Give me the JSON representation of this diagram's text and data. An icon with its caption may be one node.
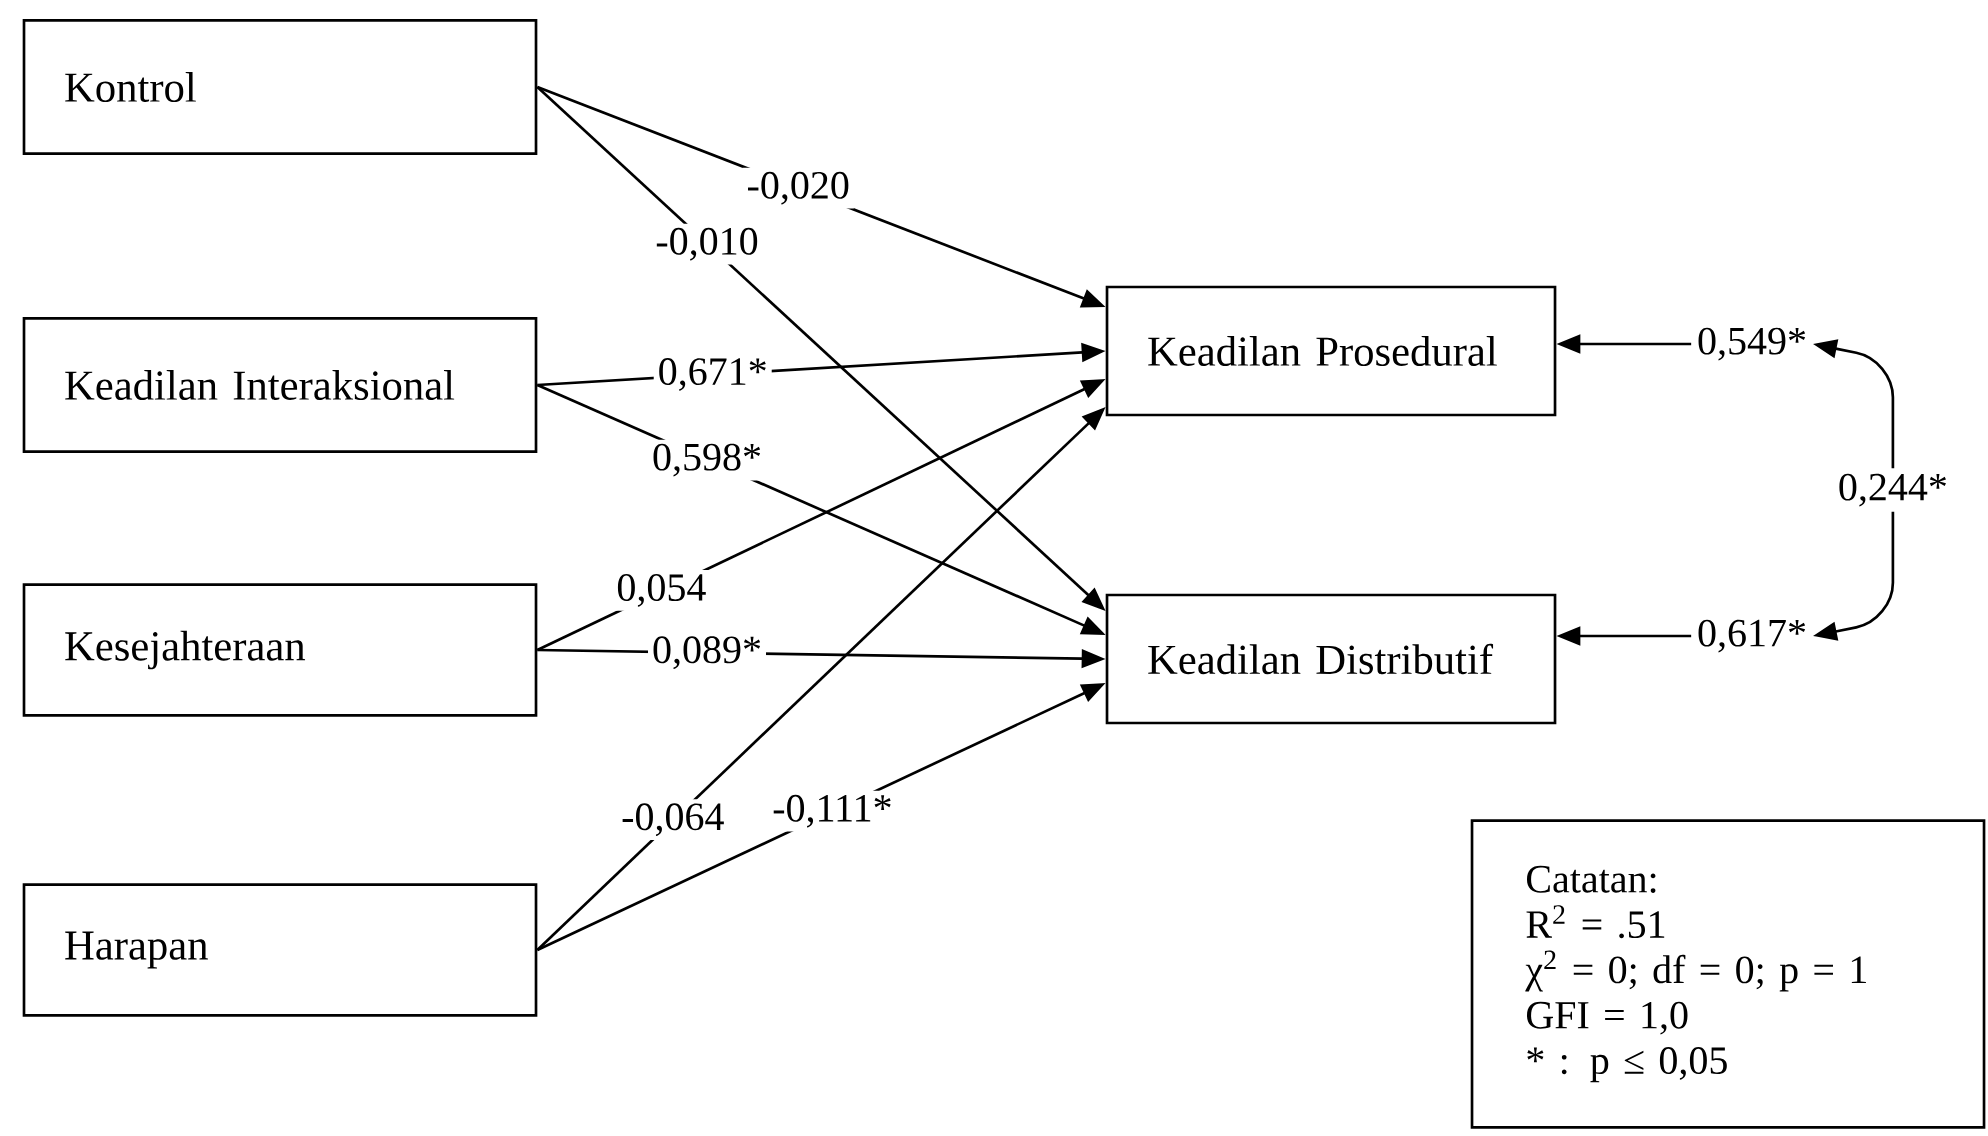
{
  "diagram": {
    "nodes": [
      {
        "text": [
          "Kontrol"
        ]
      },
      {
        "text": [
          "Keadilan Interaksional"
        ]
      },
      {
        "text": [
          "Kesejahteraan"
        ]
      },
      {
        "text": [
          "Harapan"
        ]
      },
      {
        "text": [
          "Keadilan Prosedural"
        ]
      },
      {
        "text": [
          "Keadilan Distributif"
        ]
      },
      {
        "text": [
          "Catatan:",
          "R$^{2}$ = .51",
          "χ$^{2}$ = 0; df = 0; p = 1",
          "GFI = 1,0",
          "* : p ≤ 0,05"
        ]
      },
      {
        "text": [
          "0,549*"
        ]
      },
      {
        "text": [
          "0,617*"
        ]
      }
    ],
    "edges": [
      {
        "from": 0,
        "to": 4,
        "arrow": "to",
        "label": "-0,020"
      },
      {
        "from": 0,
        "to": 5,
        "arrow": "to",
        "label": "-0,010"
      },
      {
        "from": 1,
        "to": 4,
        "arrow": "to",
        "label": "0,671*"
      },
      {
        "from": 1,
        "to": 5,
        "arrow": "to",
        "label": "0,598*"
      },
      {
        "from": 2,
        "to": 4,
        "arrow": "to",
        "label": "0,054"
      },
      {
        "from": 2,
        "to": 5,
        "arrow": "to",
        "label": "0,089*"
      },
      {
        "from": 3,
        "to": 4,
        "arrow": "to",
        "label": "-0,064"
      },
      {
        "from": 3,
        "to": 5,
        "arrow": "to",
        "label": "-0,111*"
      },
      {
        "from": 7,
        "to": 4,
        "arrow": "to"
      },
      {
        "from": 8,
        "to": 5,
        "arrow": "to"
      },
      {
        "from": 7,
        "to": 8,
        "arrow": "both",
        "label": "0,244*"
      }
    ]
  }
}
